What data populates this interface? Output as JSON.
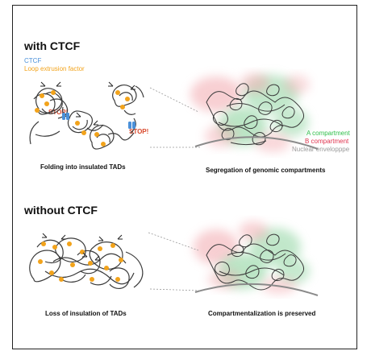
{
  "colors": {
    "ctcf": "#4a90d9",
    "extrusion": "#f2a31b",
    "stop": "#d9482b",
    "a_compartment": "#2fbf4a",
    "b_compartment": "#e0344f",
    "envelope": "#9a9a9a",
    "chromatin": "#3b3b3b"
  },
  "top": {
    "title": "with CTCF",
    "legend_ctcf": "CTCF",
    "legend_extrusion": "Loop extrusion factor",
    "stop_left": "STOP!",
    "stop_right": "STOP!",
    "left_caption": "Folding into insulated TADs",
    "right_caption": "Segregation of genomic compartments",
    "legend_a": "A compartment",
    "legend_b": "B compartment",
    "legend_env": "Nuclear envelopppe"
  },
  "bottom": {
    "title": "without CTCF",
    "left_caption": "Loss of insulation of TADs",
    "right_caption": "Compartmentalization is preserved"
  }
}
